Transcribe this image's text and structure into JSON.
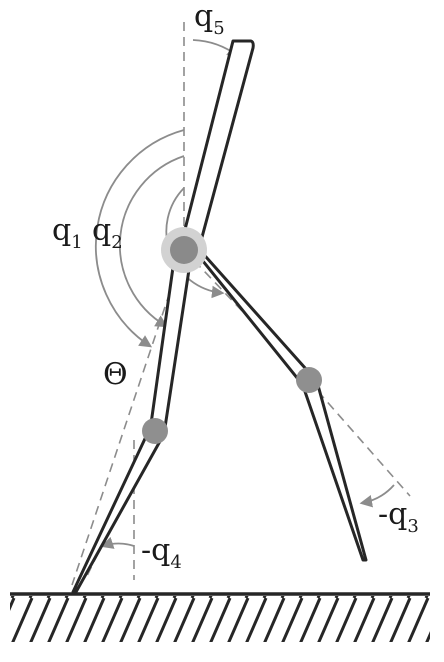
{
  "colors": {
    "ink": "#262626",
    "arc": "#8c8c8c",
    "dash": "#8c8c8c",
    "joint": "#8f8f8f",
    "hip_halo": "#d2d2d2",
    "hip_core": "#8a8a8a"
  },
  "labels": {
    "q5": {
      "main": "q",
      "sub": "5"
    },
    "q1": {
      "main": "q",
      "sub": "1"
    },
    "q2": {
      "main": "q",
      "sub": "2"
    },
    "theta": {
      "main": "Θ"
    },
    "q4": {
      "main": "-q",
      "sub": "4"
    },
    "q3": {
      "main": "-q",
      "sub": "3"
    }
  }
}
